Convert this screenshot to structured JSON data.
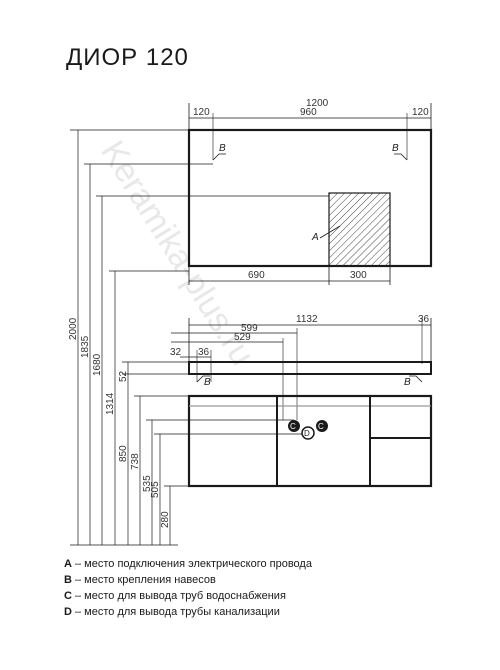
{
  "title": "ДИОР 120",
  "top_view": {
    "width_total": "1200",
    "left_offset": "120",
    "mid_span": "960",
    "right_offset": "120",
    "bottom_left": "690",
    "bottom_right": "300",
    "mark_b": "B",
    "mark_a": "A"
  },
  "front_view": {
    "width_1132": "1132",
    "right_36": "36",
    "d_599": "599",
    "d_529": "529",
    "d_32": "32",
    "d_36": "36",
    "mark_b": "B",
    "mark_c": "C",
    "mark_d": "D"
  },
  "heights": [
    "2000",
    "1835",
    "1680",
    "1314",
    "850",
    "738",
    "535",
    "505",
    "280"
  ],
  "small_52": "52",
  "watermark": "Keramika-plus.ru",
  "legend": [
    {
      "key": "A",
      "text": " – место подключения электрического провода"
    },
    {
      "key": "B",
      "text": " – место крепления навесов"
    },
    {
      "key": "C",
      "text": " – место для вывода труб водоснабжения"
    },
    {
      "key": "D",
      "text": " – место для вывода трубы канализации"
    }
  ]
}
